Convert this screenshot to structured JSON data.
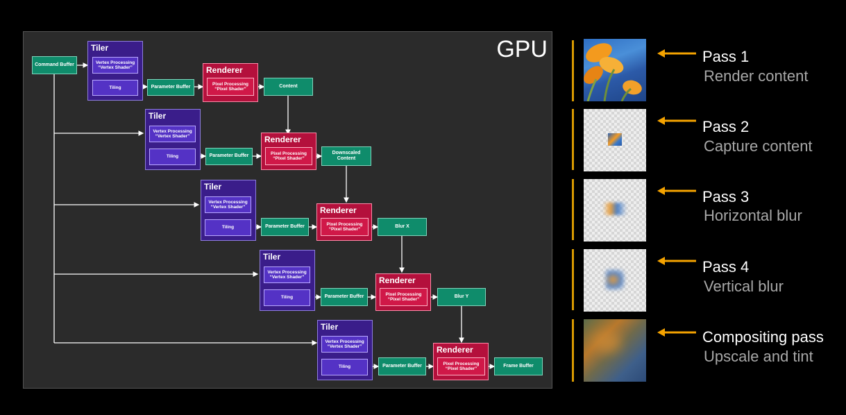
{
  "gpu_label": "GPU",
  "command_buffer": "Command Buffer",
  "tiler_title": "Tiler",
  "vertex_processing": [
    "Vertex Processing",
    "“Vertex Shader”"
  ],
  "tiling": "Tiling",
  "parameter_buffer": "Parameter Buffer",
  "renderer_title": "Renderer",
  "pixel_processing": [
    "Pixel Processing",
    "“Pixel Shader”"
  ],
  "outputs": [
    "Content",
    "Downscaled Content",
    "Blur X",
    "Blur Y",
    "Frame Buffer"
  ],
  "passes": [
    {
      "title": "Pass 1",
      "subtitle": "Render content"
    },
    {
      "title": "Pass 2",
      "subtitle": "Capture content"
    },
    {
      "title": "Pass 3",
      "subtitle": "Horizontal blur"
    },
    {
      "title": "Pass 4",
      "subtitle": "Vertical blur"
    },
    {
      "title": "Compositing pass",
      "subtitle": "Upscale and tint"
    }
  ],
  "colors": {
    "background": "#000000",
    "panel": "#2b2b2b",
    "teal": "#0f8c6b",
    "tiler_purple": "#3a1d8a",
    "renderer_red": "#b4103c",
    "accent_orange": "#f5a300",
    "subtitle_gray": "#a8a8a8"
  }
}
